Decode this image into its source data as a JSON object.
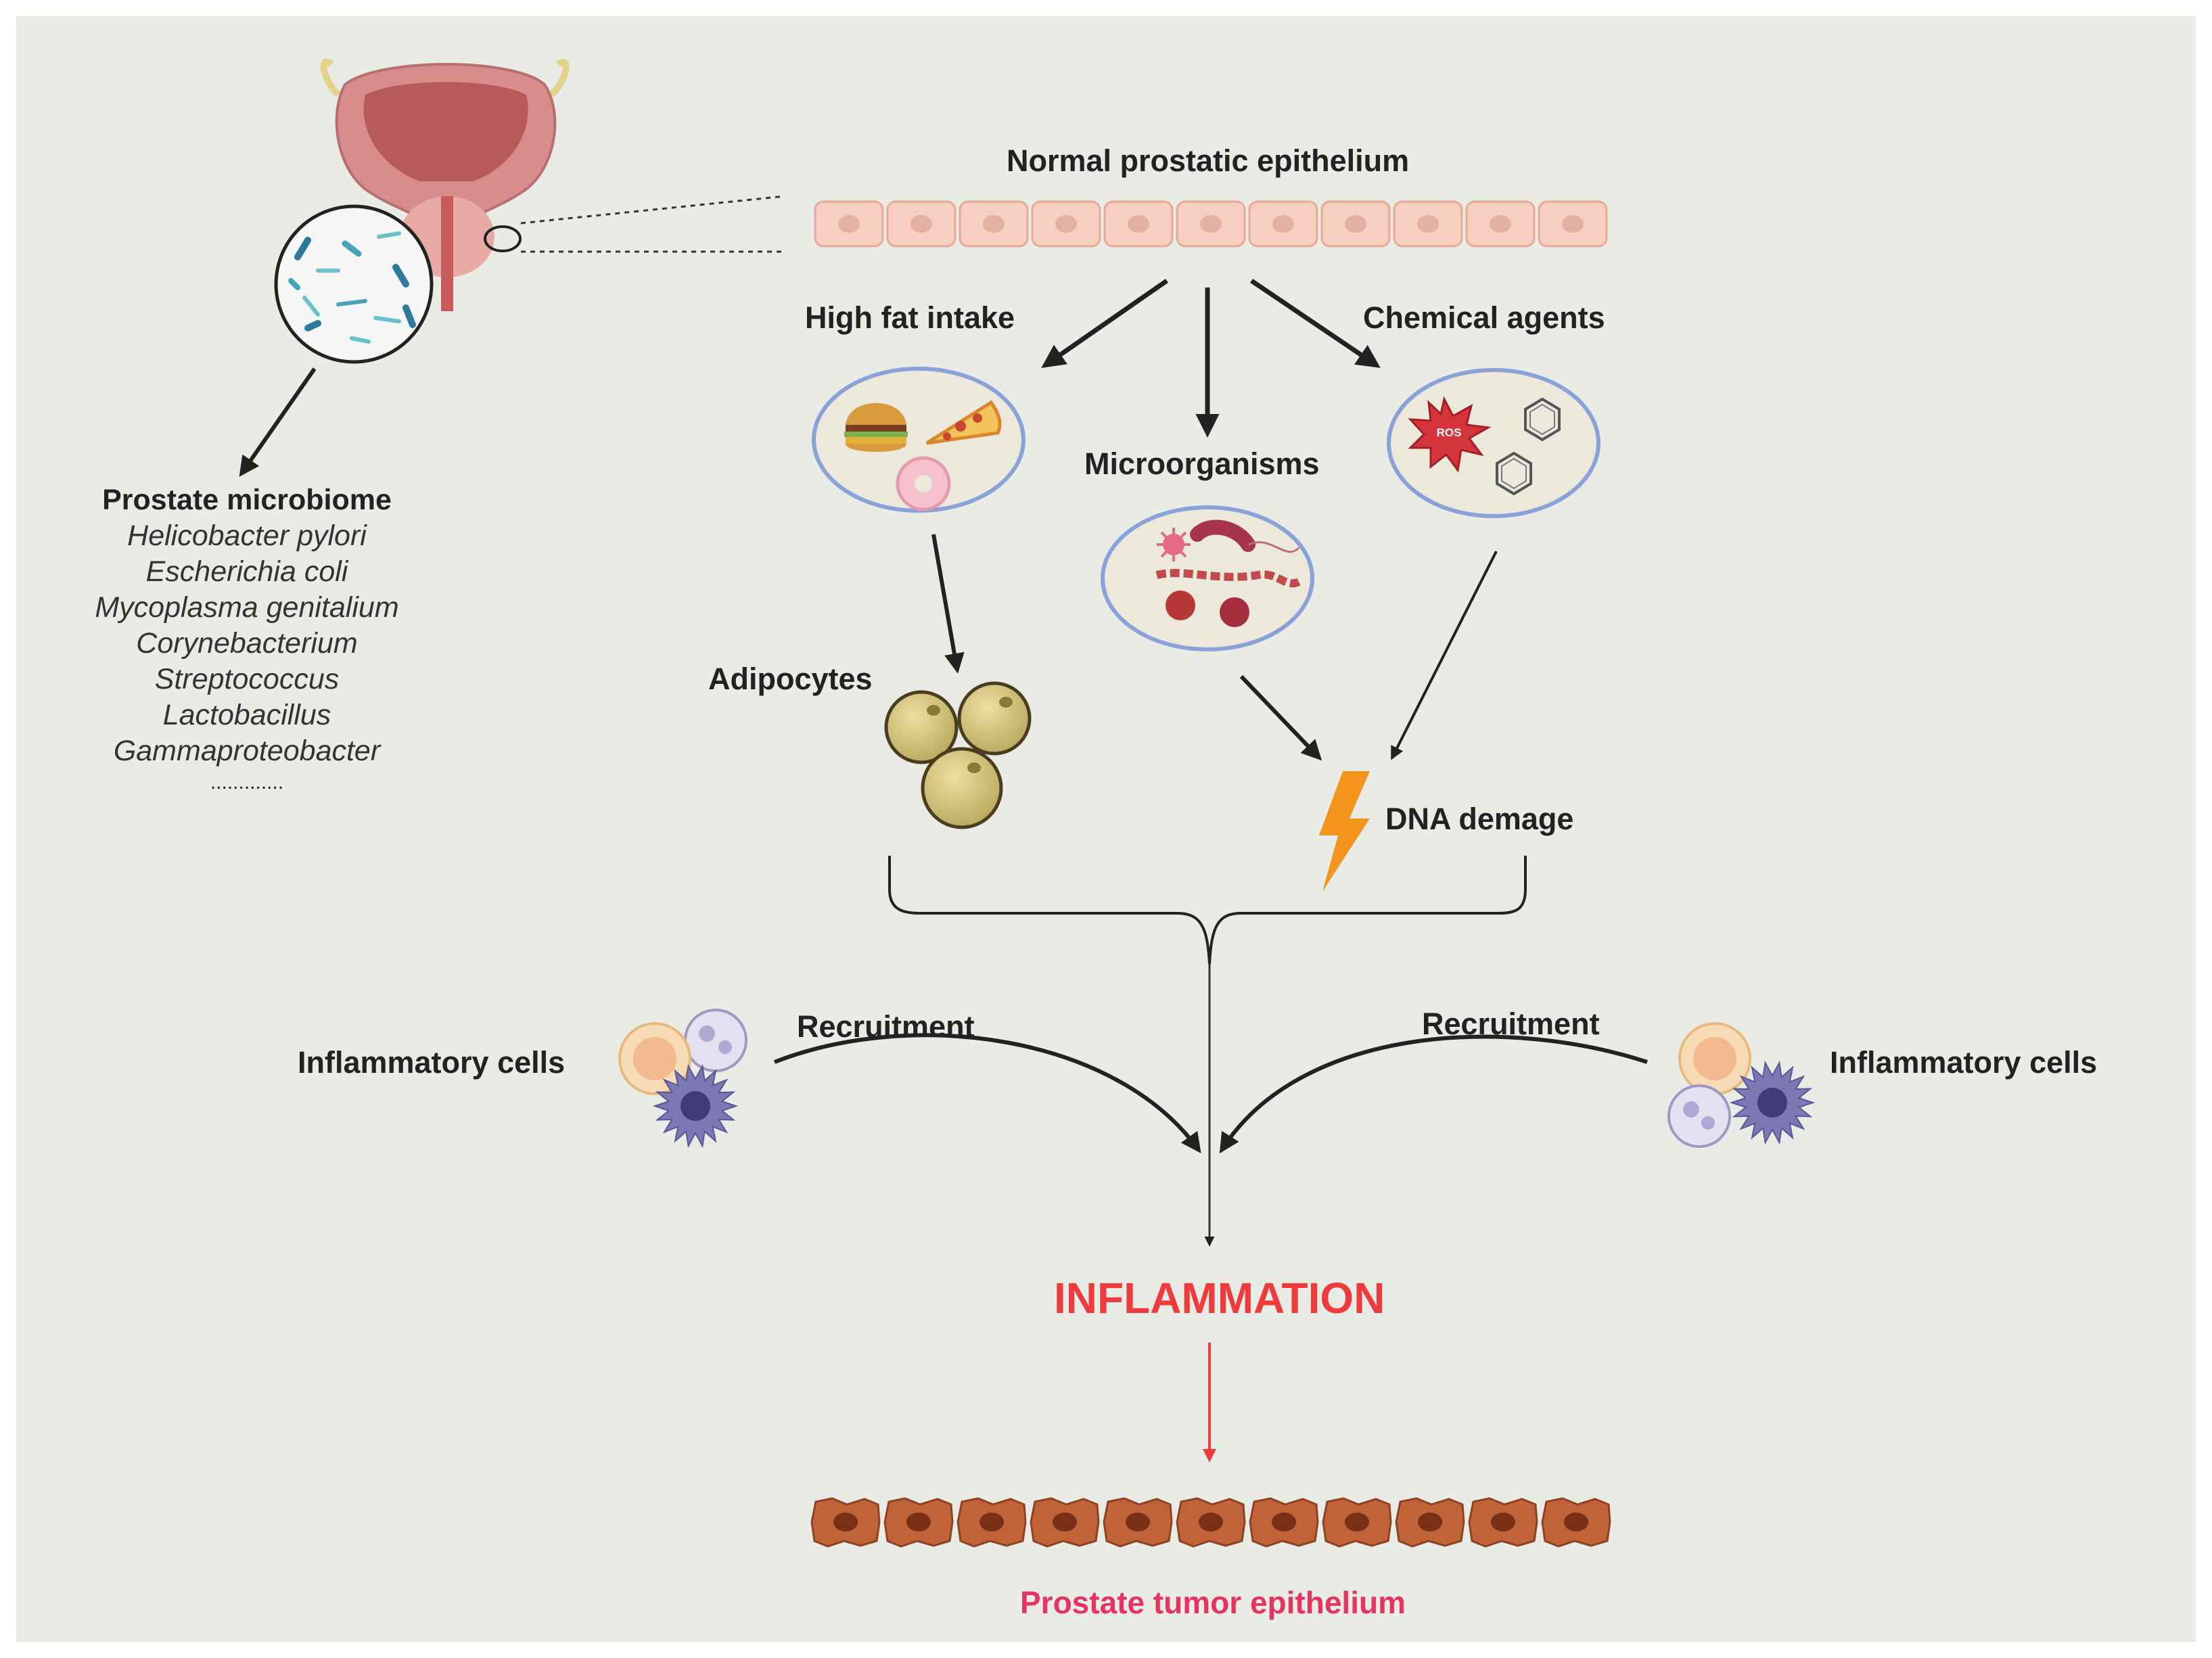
{
  "labels": {
    "normal_epithelium": "Normal prostatic epithelium",
    "high_fat_intake": "High fat intake",
    "chemical_agents": "Chemical agents",
    "microorganisms": "Microorganisms",
    "adipocytes": "Adipocytes",
    "dna_damage": "DNA demage",
    "recruitment_left": "Recruitment",
    "recruitment_right": "Recruitment",
    "inflammatory_cells_left": "Inflammatory cells",
    "inflammatory_cells_right": "Inflammatory cells",
    "inflammation": "INFLAMMATION",
    "tumor_epithelium": "Prostate tumor epithelium",
    "ros_badge": "ROS"
  },
  "microbiome": {
    "title": "Prostate microbiome",
    "species": [
      "Helicobacter pylori",
      "Escherichia coli",
      "Mycoplasma genitalium",
      "Corynebacterium",
      "Streptococcus",
      "Lactobacillus",
      "Gammaproteobacter"
    ],
    "ellipsis": "............."
  },
  "colors": {
    "background": "#e8ebe6",
    "normal_cell": "#f7cfc0",
    "tumor_cell": "#c0633a",
    "inflammation_text": "#ef3b3b",
    "tumor_text": "#e6335f",
    "arrow": "#222222",
    "bubble_border": "#8aa2d8",
    "adipocyte": "#cfc07a",
    "lightning": "#f2941e"
  },
  "icons": [
    "bladder-prostate-icon",
    "bacteria-magnifier-icon",
    "food-icon",
    "ros-benzene-icon",
    "microorganism-icon",
    "adipocyte-icon",
    "lightning-icon",
    "inflammatory-cell-icon"
  ]
}
